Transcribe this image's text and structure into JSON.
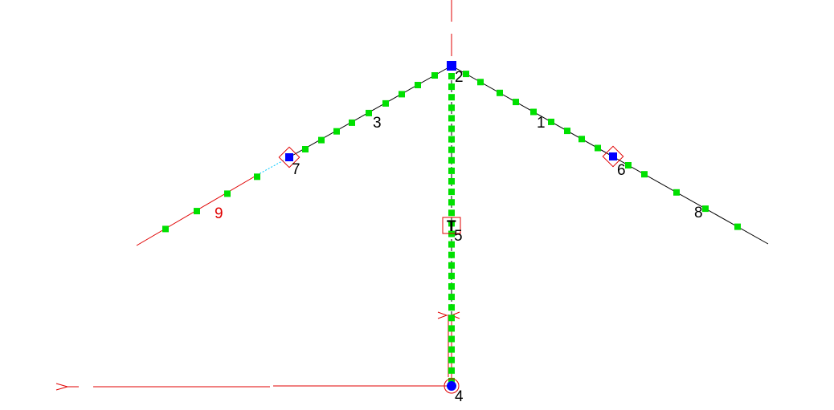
{
  "colors": {
    "background": "#ffffff",
    "member_line": "#000000",
    "red_line": "#e00000",
    "node_marker": "#0000ff",
    "division_point": "#00e000",
    "cyan_segment": "#00c8ff",
    "label_default": "#000000",
    "label_red": "#e00000"
  },
  "labels": {
    "n1": "1",
    "n2": "2",
    "n3": "3",
    "n4": "4",
    "n5": "5",
    "n6": "6",
    "n7": "7",
    "n8": "8",
    "n9": "9",
    "t_marker": "T"
  },
  "icons": {
    "node_square": "filled-square",
    "node_diamond_frame": "diamond-outline",
    "node_circle_frame": "circle-outline",
    "support_arrow": "arrowhead-right",
    "release_mark": "chevron-pair"
  }
}
